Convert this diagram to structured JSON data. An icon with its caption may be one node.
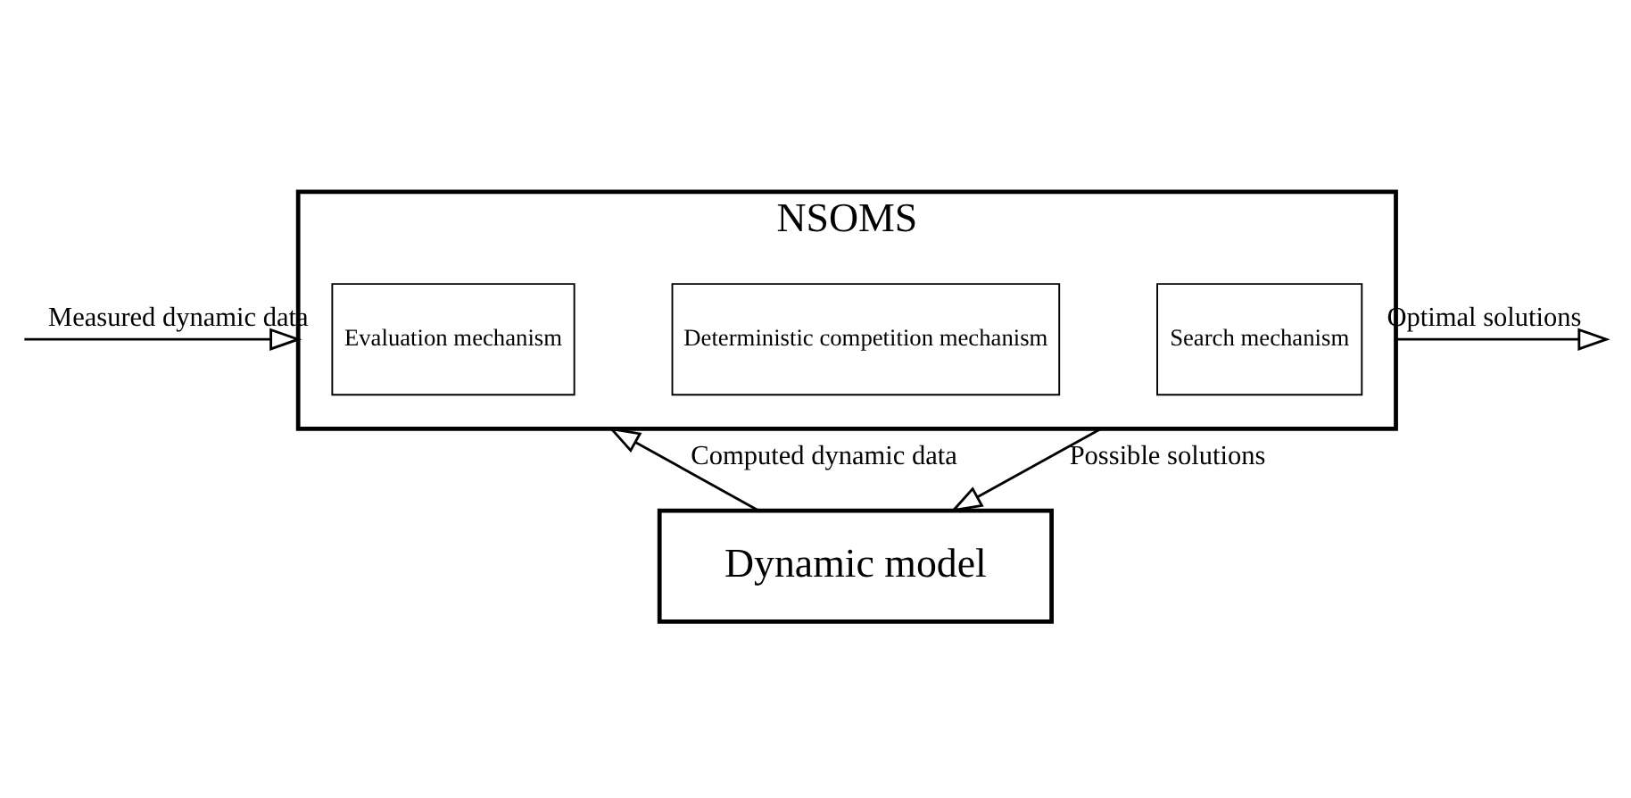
{
  "diagram": {
    "nodes": [
      {
        "text": [
          "NSOMS"
        ]
      },
      {
        "text": [
          "Evaluation mechanism"
        ],
        "in": 0
      },
      {
        "text": [
          "Deterministic competition mechanism"
        ],
        "in": 0
      },
      {
        "text": [
          "Search mechanism"
        ],
        "in": 0
      },
      {
        "text": [
          "Dynamic model"
        ]
      }
    ],
    "edges": [
      {
        "from": null,
        "to": 0,
        "arrow": "to",
        "label": "Measured dynamic data"
      },
      {
        "from": 0,
        "to": null,
        "arrow": "to",
        "label": "Optimal solutions"
      },
      {
        "from": 4,
        "to": 0,
        "arrow": "to",
        "label": "Computed dynamic data"
      },
      {
        "from": 0,
        "to": 4,
        "arrow": "to",
        "label": "Possible solutions"
      }
    ]
  }
}
